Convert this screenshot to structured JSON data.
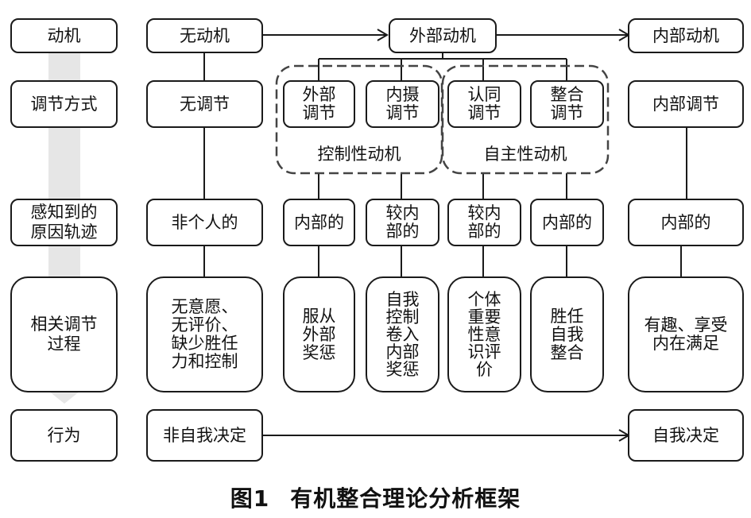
{
  "row_headers": {
    "motivation": "动机",
    "regulation_style": "调节方式",
    "locus_of_causality": "感知到的\n原因轨迹",
    "regulatory_processes": "相关调节\n过程",
    "behavior": "行为"
  },
  "motivation": {
    "amotivation": "无动机",
    "extrinsic": "外部动机",
    "intrinsic": "内部动机"
  },
  "regulation": {
    "non_regulation": "无调节",
    "external": "外部\n调节",
    "introjected": "内摄\n调节",
    "identified": "认同\n调节",
    "integrated": "整合\n调节",
    "intrinsic": "内部调节"
  },
  "groups": {
    "controlled": "控制性动机",
    "autonomous": "自主性动机"
  },
  "locus": {
    "impersonal": "非个人的",
    "external": "内部的",
    "introjected": "较内\n部的",
    "identified": "较内\n部的",
    "integrated": "内部的",
    "intrinsic": "内部的"
  },
  "processes": {
    "amotivation": "无意愿、\n无评价、\n缺少胜任\n力和控制",
    "external": "服从\n外部\n奖惩",
    "introjected": "自我\n控制\n卷入\n内部\n奖惩",
    "identified": "个体\n重要\n性意\n识评\n价",
    "integrated": "胜任\n自我\n整合",
    "intrinsic": "有趣、享受\n内在满足"
  },
  "behavior": {
    "non_self_determined": "非自我决定",
    "self_determined": "自我决定"
  },
  "caption": {
    "number": "图1",
    "title": "有机整合理论分析框架"
  },
  "colors": {
    "line": "#1a1a1a",
    "dashed_group": "#444444",
    "flow_arrow": "#e6e6e6"
  }
}
